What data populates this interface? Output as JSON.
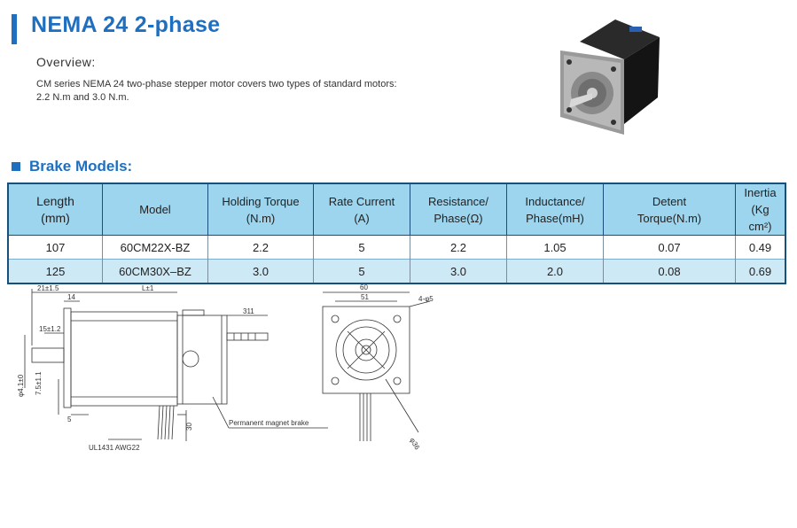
{
  "header": {
    "title": "NEMA 24 2-phase"
  },
  "overview": {
    "heading": "Overview:",
    "line1": "CM series NEMA 24 two-phase stepper motor covers two types of standard motors:",
    "line2": "2.2 N.m and 3.0 N.m."
  },
  "section": {
    "title": "Brake Models:"
  },
  "table": {
    "headers": [
      [
        "Length",
        "(mm)"
      ],
      [
        "Model",
        ""
      ],
      [
        "Holding Torque",
        "(N.m)"
      ],
      [
        "Rate Current",
        "(A)"
      ],
      [
        "Resistance/",
        "Phase(Ω)"
      ],
      [
        "Inductance/",
        "Phase(mH)"
      ],
      [
        "Detent",
        "Torque(N.m)"
      ],
      [
        "Inertia",
        "(Kg cm²)"
      ]
    ],
    "rows": [
      [
        "107",
        "60CM22X-BZ",
        "2.2",
        "5",
        "2.2",
        "1.05",
        "0.07",
        "0.49"
      ],
      [
        "125",
        "60CM30X–BZ",
        "3.0",
        "5",
        "3.0",
        "2.0",
        "0.08",
        "0.69"
      ]
    ]
  },
  "drawing": {
    "dim_21": "21±1.5",
    "dim_14": "14",
    "dim_L": "L±1",
    "dim_311": "311",
    "dim_15": "15±1.2",
    "dim_7": "7.5±1.1",
    "dim_shaft": "φ4.1±0",
    "dim_5": "5",
    "dim_30": "30",
    "dim_60": "60",
    "dim_51": "51",
    "dim_hole": "4-φ5",
    "dim_dia": "φ36",
    "cable": "UL1431 AWG22",
    "brake_label": "Permanent magnet brake"
  }
}
